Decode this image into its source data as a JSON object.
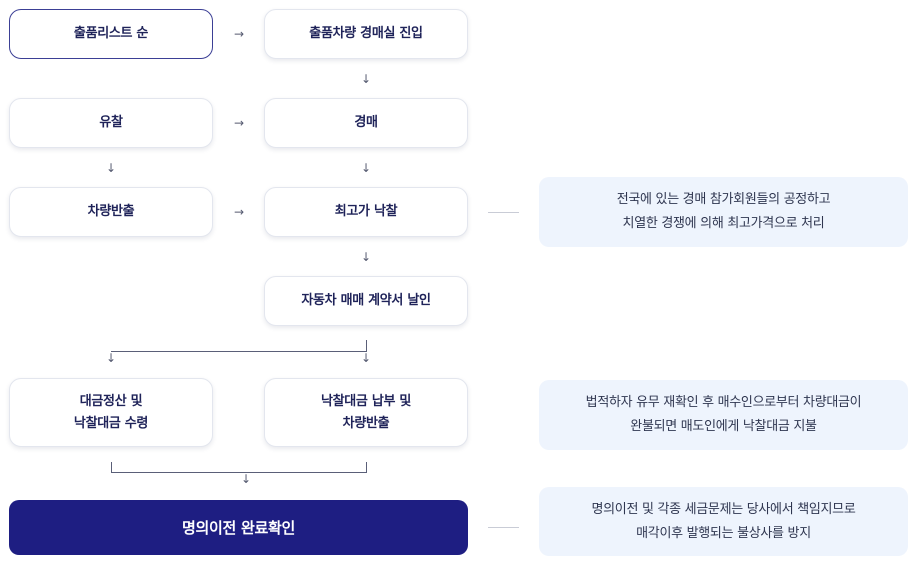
{
  "steps": {
    "release_order": "출품리스트 순",
    "enter_auction": "출품차량 경매실 진입",
    "no_sale": "유찰",
    "auction": "경매",
    "vehicle_out": "차량반출",
    "winning_bid": "최고가 낙찰",
    "contract": "자동차 매매 계약서 날인",
    "settlement_line1": "대금정산 및",
    "settlement_line2": "낙찰대금 수령",
    "payment_line1": "낙찰대금 납부 및",
    "payment_line2": "차량반출",
    "final": "명의이전 완료확인"
  },
  "notes": {
    "bid_line1": "전국에 있는 경매 참가회원들의 공정하고",
    "bid_line2": "치열한 경쟁에 의해 최고가격으로 처리",
    "payment_line1": "법적하자 유무 재확인 후 매수인으로부터 차량대금이",
    "payment_line2": "완불되면 매도인에게 낙찰대금 지불",
    "transfer_line1": "명의이전 및 각종 세금문제는 당사에서 책임지므로",
    "transfer_line2": "매각이후 발행되는 불상사를 방지"
  },
  "arrows": {
    "right": "→",
    "down": "↓"
  }
}
